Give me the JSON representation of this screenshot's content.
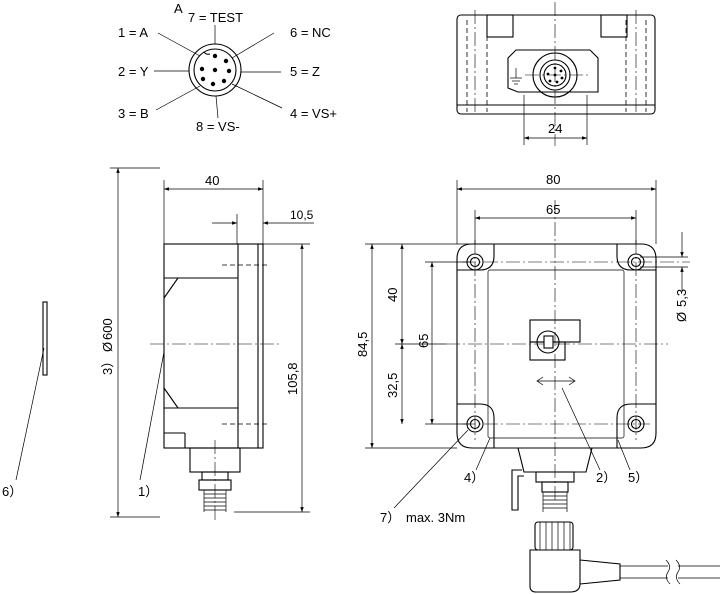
{
  "pinout": {
    "header": "A",
    "pins": {
      "p1": "1 = A",
      "p2": "2 = Y",
      "p3": "3 = B",
      "p4": "4 = VS+",
      "p5": "5 = Z",
      "p6": "6 = NC",
      "p7": "7 = TEST",
      "p8": "8 = VS-"
    }
  },
  "dimensions": {
    "top_connector_width": "24",
    "side_width": "40",
    "side_offset": "10,5",
    "side_height": "105,8",
    "diameter_note_num": "3）",
    "diameter_symbol": "Ø",
    "diameter_value": "600",
    "front_width": "80",
    "front_hole_spacing": "65",
    "front_upper": "40",
    "front_lower": "32,5",
    "front_height": "84,5",
    "front_vertical_spacing": "65",
    "hole_diameter_symbol": "Ø",
    "hole_diameter_value": "5,3"
  },
  "callouts": {
    "c1": "1）",
    "c2": "2）",
    "c4": "4）",
    "c5": "5）",
    "c6": "6）",
    "c7": "7）",
    "c7_text": "max. 3Nm"
  },
  "icons": [
    "ground-symbol-icon",
    "direction-arrow-icon",
    "connector-pin-icon"
  ]
}
